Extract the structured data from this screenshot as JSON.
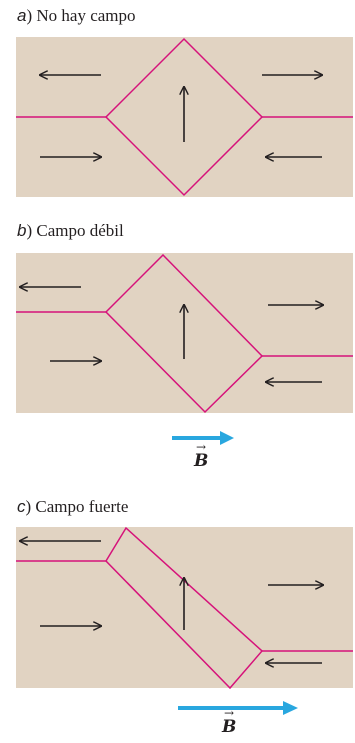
{
  "panels": [
    {
      "letter": "a",
      "paren": ")",
      "caption": "No hay campo"
    },
    {
      "letter": "b",
      "paren": ")",
      "caption": "Campo débil",
      "field_symbol": "B",
      "field_vec": "→"
    },
    {
      "letter": "c",
      "paren": ")",
      "caption": "Campo fuerte",
      "field_symbol": "B",
      "field_vec": "→"
    }
  ],
  "colors": {
    "background": "#e1d3c2",
    "domain_wall": "#d6127a",
    "arrow": "#231f20",
    "field_arrow": "#29a7df"
  }
}
